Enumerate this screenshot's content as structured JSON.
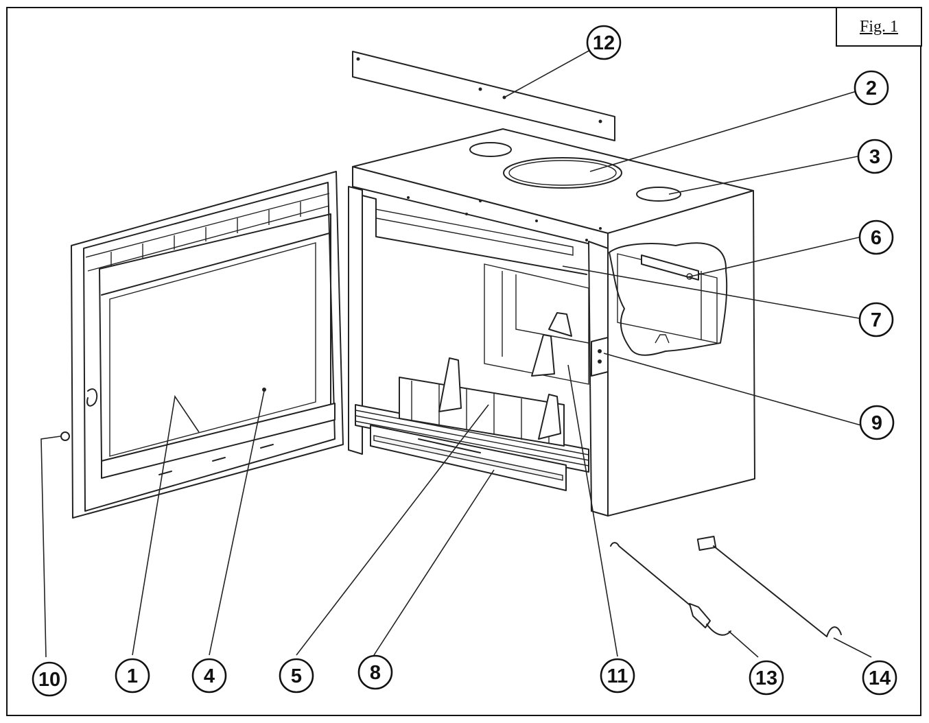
{
  "figure": {
    "label": "Fig. 1"
  },
  "callouts": [
    {
      "number": "1"
    },
    {
      "number": "2"
    },
    {
      "number": "3"
    },
    {
      "number": "4"
    },
    {
      "number": "5"
    },
    {
      "number": "6"
    },
    {
      "number": "7"
    },
    {
      "number": "8"
    },
    {
      "number": "9"
    },
    {
      "number": "10"
    },
    {
      "number": "11"
    },
    {
      "number": "12"
    },
    {
      "number": "13"
    },
    {
      "number": "14"
    }
  ]
}
